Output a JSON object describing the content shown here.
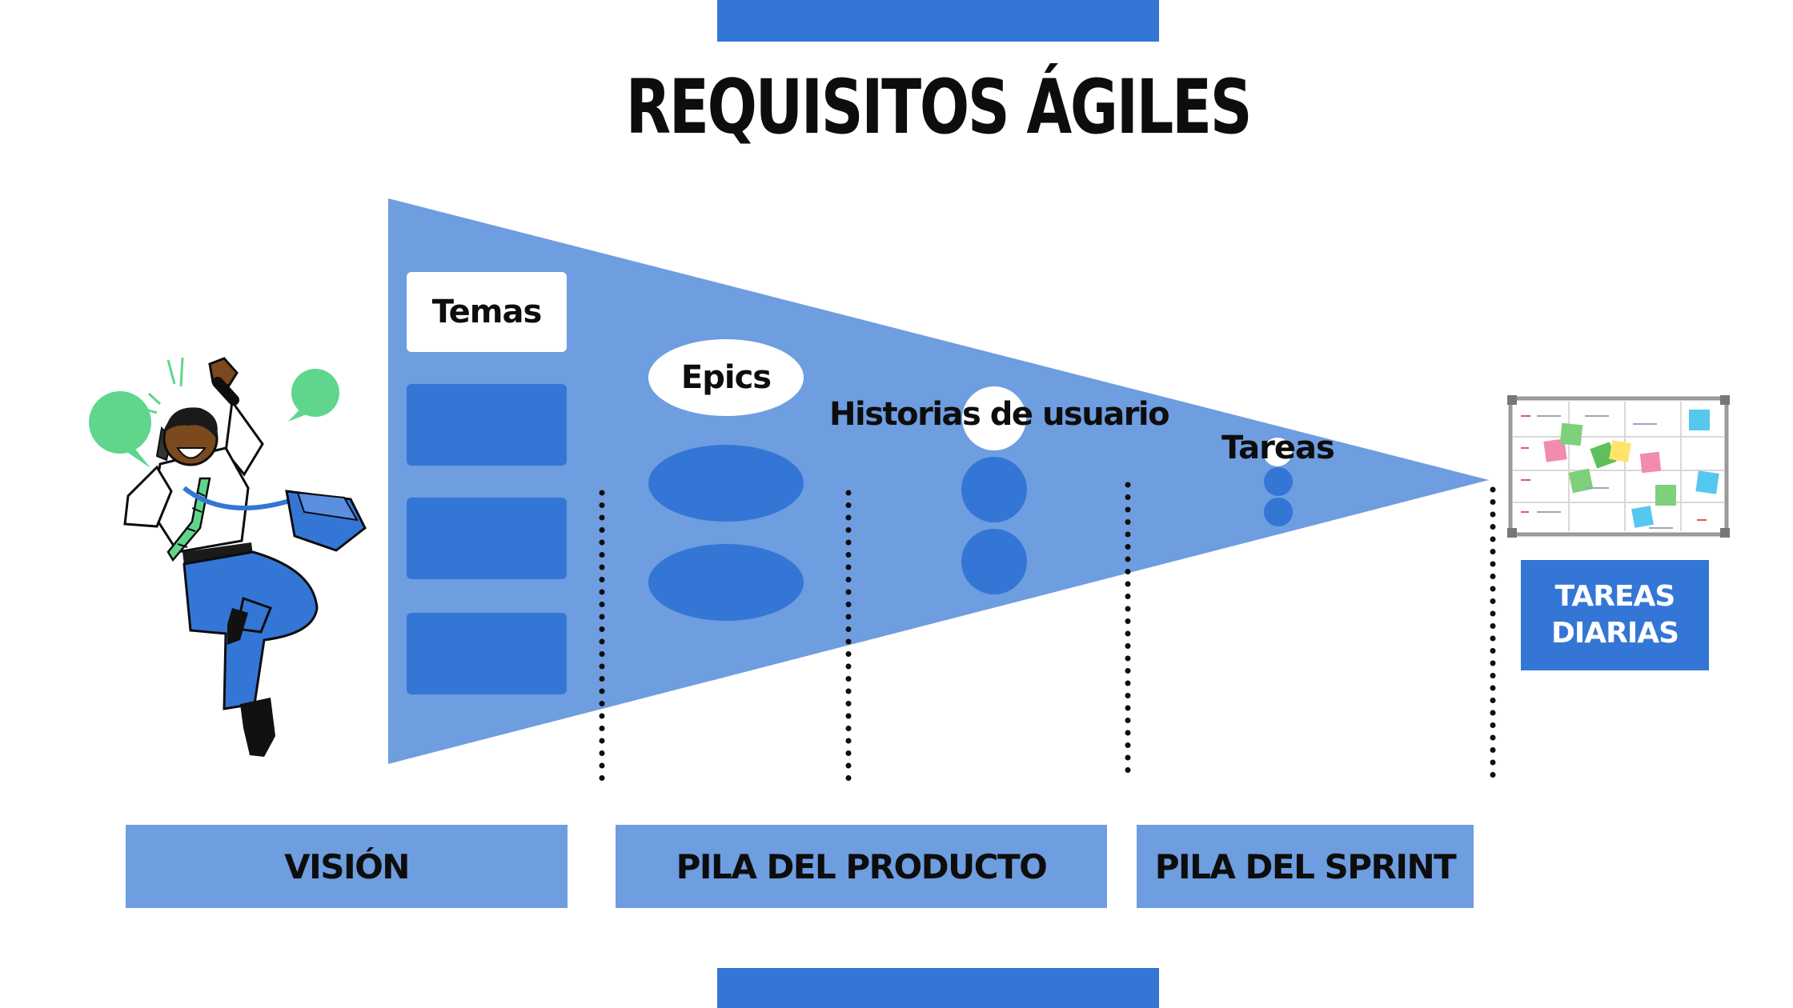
{
  "title": "REQUISITOS ÁGILES",
  "labels": {
    "temas": "Temas",
    "epics": "Epics",
    "historias": "Historias de usuario",
    "tareas": "Tareas"
  },
  "stages": {
    "vision": "VISIÓN",
    "pila_producto": "PILA DEL PRODUCTO",
    "pila_sprint": "PILA DEL SPRINT"
  },
  "daily": {
    "line1": "TAREAS",
    "line2": "DIARIAS"
  },
  "illustrations": {
    "left": "jumping-man-on-phone-illustration",
    "right": "sticky-note-whiteboard-illustration"
  },
  "colors": {
    "dark_blue": "#3476d6",
    "light_blue": "#6e9de0",
    "green": "#5fd68c",
    "text": "#0d0d0d"
  }
}
